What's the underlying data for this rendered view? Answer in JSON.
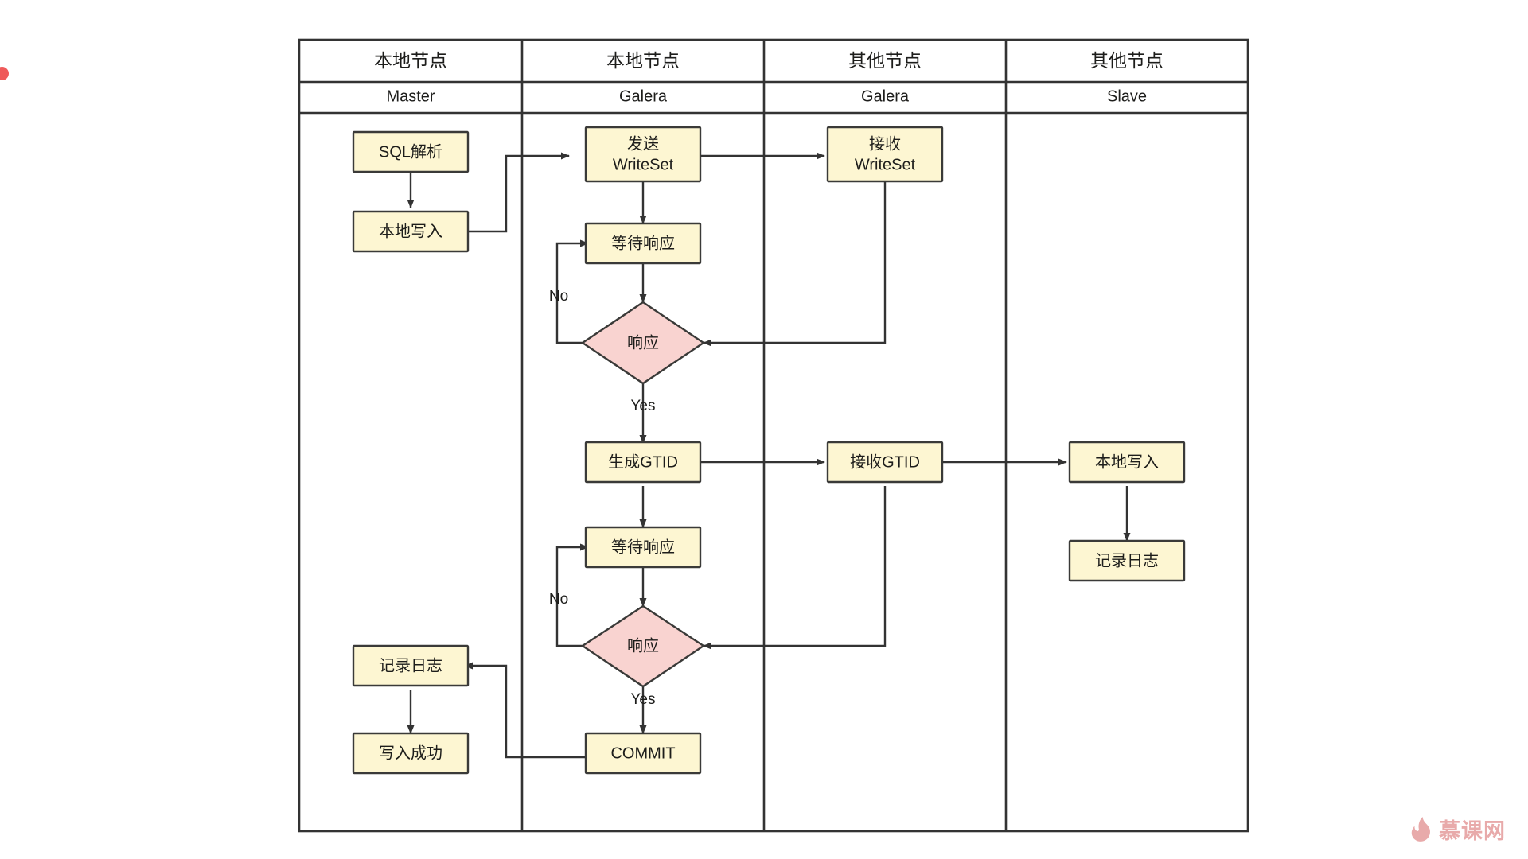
{
  "diagram": {
    "title": "MySQL Galera / Master-Slave Write Flow Swimlane",
    "colors": {
      "process_fill": "#fdf6d2",
      "decision_fill": "#f9d3d0",
      "stroke": "#333333",
      "text": "#1d1d1b",
      "watermark": "#e08a8a"
    },
    "lanes": [
      {
        "id": "lane1",
        "header": "本地节点",
        "sub": "Master"
      },
      {
        "id": "lane2",
        "header": "本地节点",
        "sub": "Galera"
      },
      {
        "id": "lane3",
        "header": "其他节点",
        "sub": "Galera"
      },
      {
        "id": "lane4",
        "header": "其他节点",
        "sub": "Slave"
      }
    ],
    "nodes": [
      {
        "id": "n_sql_parse",
        "lane": "lane1",
        "type": "process",
        "label": "SQL解析"
      },
      {
        "id": "n_local_write_1",
        "lane": "lane1",
        "type": "process",
        "label": "本地写入"
      },
      {
        "id": "n_log_1",
        "lane": "lane1",
        "type": "process",
        "label": "记录日志"
      },
      {
        "id": "n_write_ok",
        "lane": "lane1",
        "type": "process",
        "label": "写入成功"
      },
      {
        "id": "n_send_ws",
        "lane": "lane2",
        "type": "process",
        "label": "发送\nWriteSet",
        "line1": "发送",
        "line2": "WriteSet"
      },
      {
        "id": "n_wait_resp_1",
        "lane": "lane2",
        "type": "process",
        "label": "等待响应"
      },
      {
        "id": "n_resp_1",
        "lane": "lane2",
        "type": "decision",
        "label": "响应"
      },
      {
        "id": "n_gen_gtid",
        "lane": "lane2",
        "type": "process",
        "label": "生成GTID"
      },
      {
        "id": "n_wait_resp_2",
        "lane": "lane2",
        "type": "process",
        "label": "等待响应"
      },
      {
        "id": "n_resp_2",
        "lane": "lane2",
        "type": "decision",
        "label": "响应"
      },
      {
        "id": "n_commit",
        "lane": "lane2",
        "type": "process",
        "label": "COMMIT"
      },
      {
        "id": "n_recv_ws",
        "lane": "lane3",
        "type": "process",
        "label": "接收\nWriteSet",
        "line1": "接收",
        "line2": "WriteSet"
      },
      {
        "id": "n_recv_gtid",
        "lane": "lane3",
        "type": "process",
        "label": "接收GTID"
      },
      {
        "id": "n_local_write_2",
        "lane": "lane4",
        "type": "process",
        "label": "本地写入"
      },
      {
        "id": "n_log_2",
        "lane": "lane4",
        "type": "process",
        "label": "记录日志"
      }
    ],
    "edge_labels": [
      {
        "id": "e_no_1",
        "text": "No"
      },
      {
        "id": "e_yes_1",
        "text": "Yes"
      },
      {
        "id": "e_no_2",
        "text": "No"
      },
      {
        "id": "e_yes_2",
        "text": "Yes"
      }
    ]
  },
  "watermark": {
    "text": "慕课网",
    "icon": "flame-icon"
  }
}
